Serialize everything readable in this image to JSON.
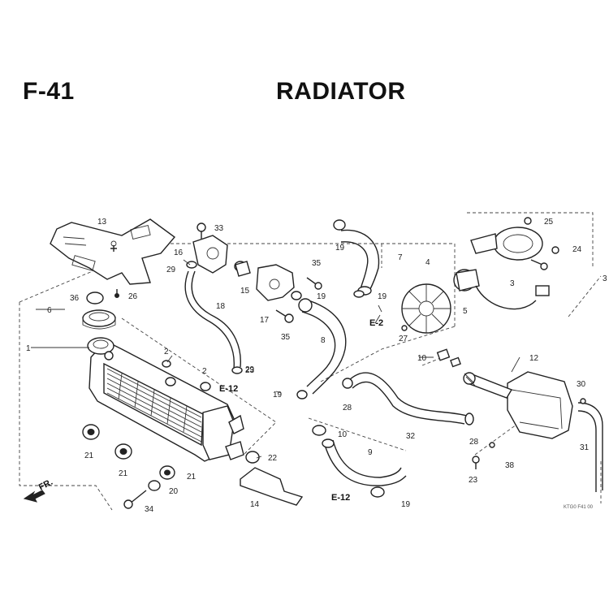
{
  "header": {
    "figure_code": "F-41",
    "title": "RADIATOR"
  },
  "callouts": {
    "c1": "1",
    "c2a": "2",
    "c2b": "2",
    "c3": "3",
    "c4": "4",
    "c5": "5",
    "c6": "6",
    "c7": "7",
    "c8": "8",
    "c9": "9",
    "c10a": "10",
    "c10b": "10",
    "c12": "12",
    "c13": "13",
    "c14": "14",
    "c15": "15",
    "c16": "16",
    "c17": "17",
    "c18": "18",
    "c19a": "19",
    "c19b": "19",
    "c19c": "19",
    "c19d": "19",
    "c19e": "19",
    "c20": "20",
    "c21a": "21",
    "c21b": "21",
    "c21c": "21",
    "c22": "22",
    "c23a": "23",
    "c23b": "23",
    "c24": "24",
    "c25": "25",
    "c26": "26",
    "c27": "27",
    "c28a": "28",
    "c28b": "28",
    "c29a": "29",
    "c29b": "29",
    "c30": "30",
    "c31": "31",
    "c32": "32",
    "c33": "33",
    "c34": "34",
    "c35a": "35",
    "c35b": "35",
    "c36": "36",
    "c38": "38",
    "c3edge": "3"
  },
  "references": {
    "e12a": "E-12",
    "e12b": "E-12",
    "e2": "E-2"
  },
  "direction_marker": "FR.",
  "diagram_code": "KTG0 F41 00",
  "icons": {
    "front_arrow": "front-arrow-icon"
  }
}
